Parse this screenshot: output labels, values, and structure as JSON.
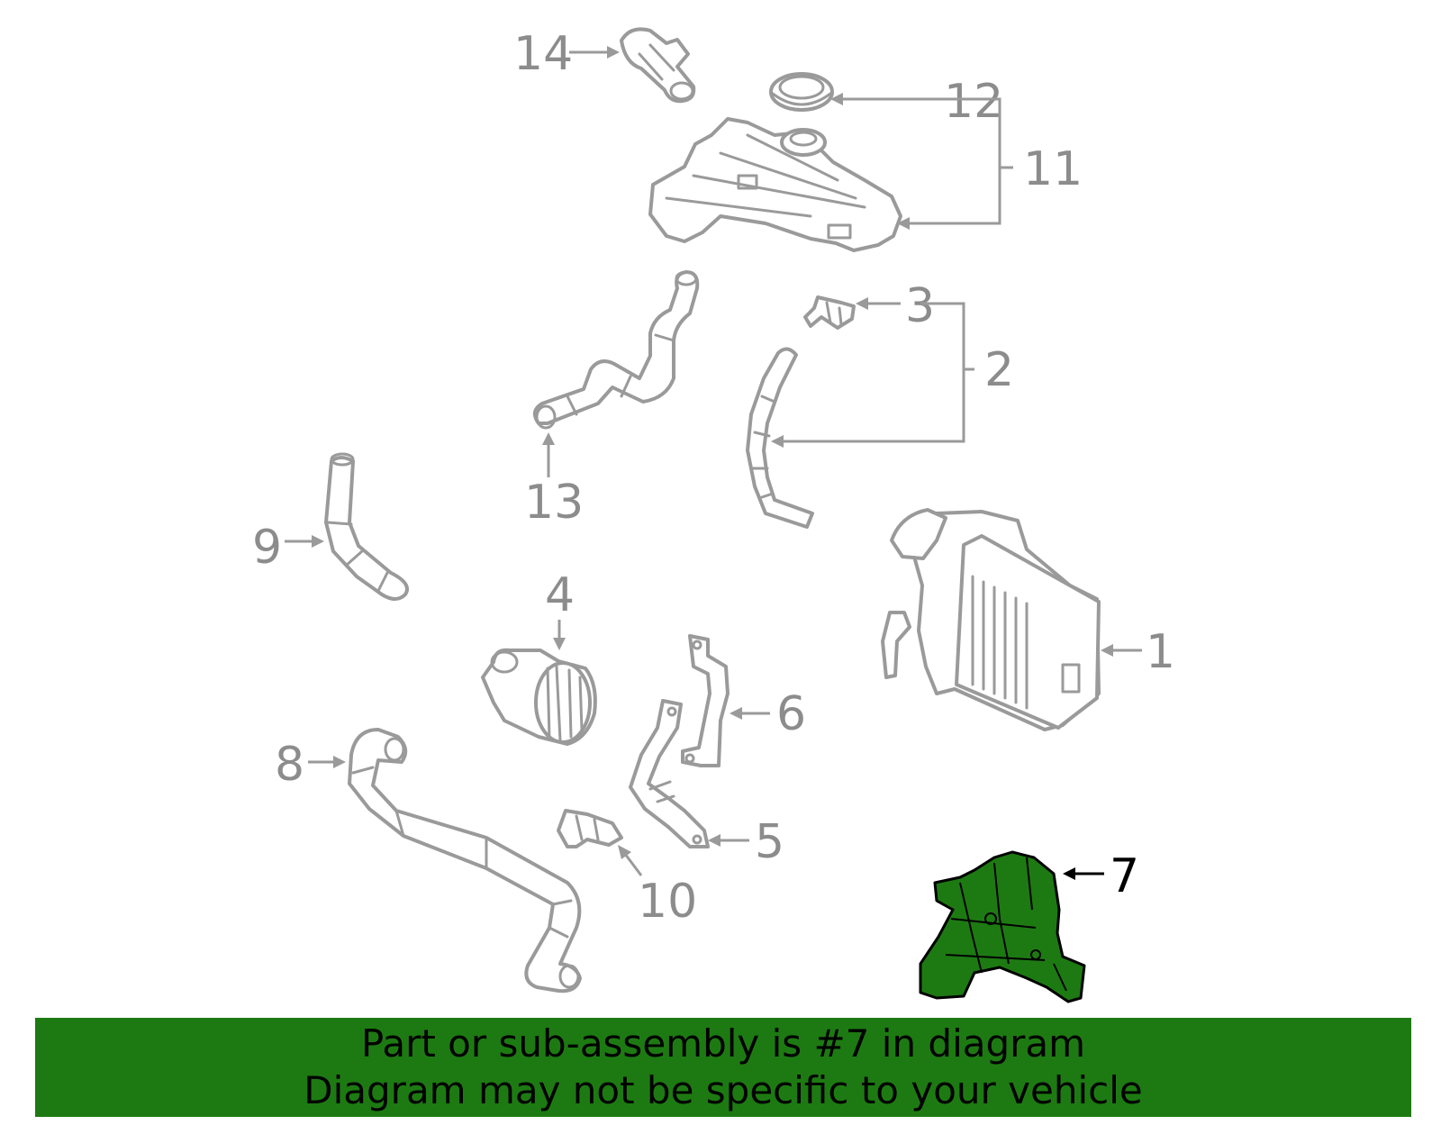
{
  "diagram": {
    "callouts": [
      "1",
      "2",
      "3",
      "4",
      "5",
      "6",
      "7",
      "8",
      "9",
      "10",
      "11",
      "12",
      "13",
      "14"
    ],
    "highlighted_part": "7",
    "highlight_color": "#1d7a12",
    "line_color": "#9a9a9a"
  },
  "banner": {
    "line1": "Part or sub-assembly is #7 in diagram",
    "line2": "Diagram may not be specific to your vehicle",
    "background": "#1d7a12"
  }
}
